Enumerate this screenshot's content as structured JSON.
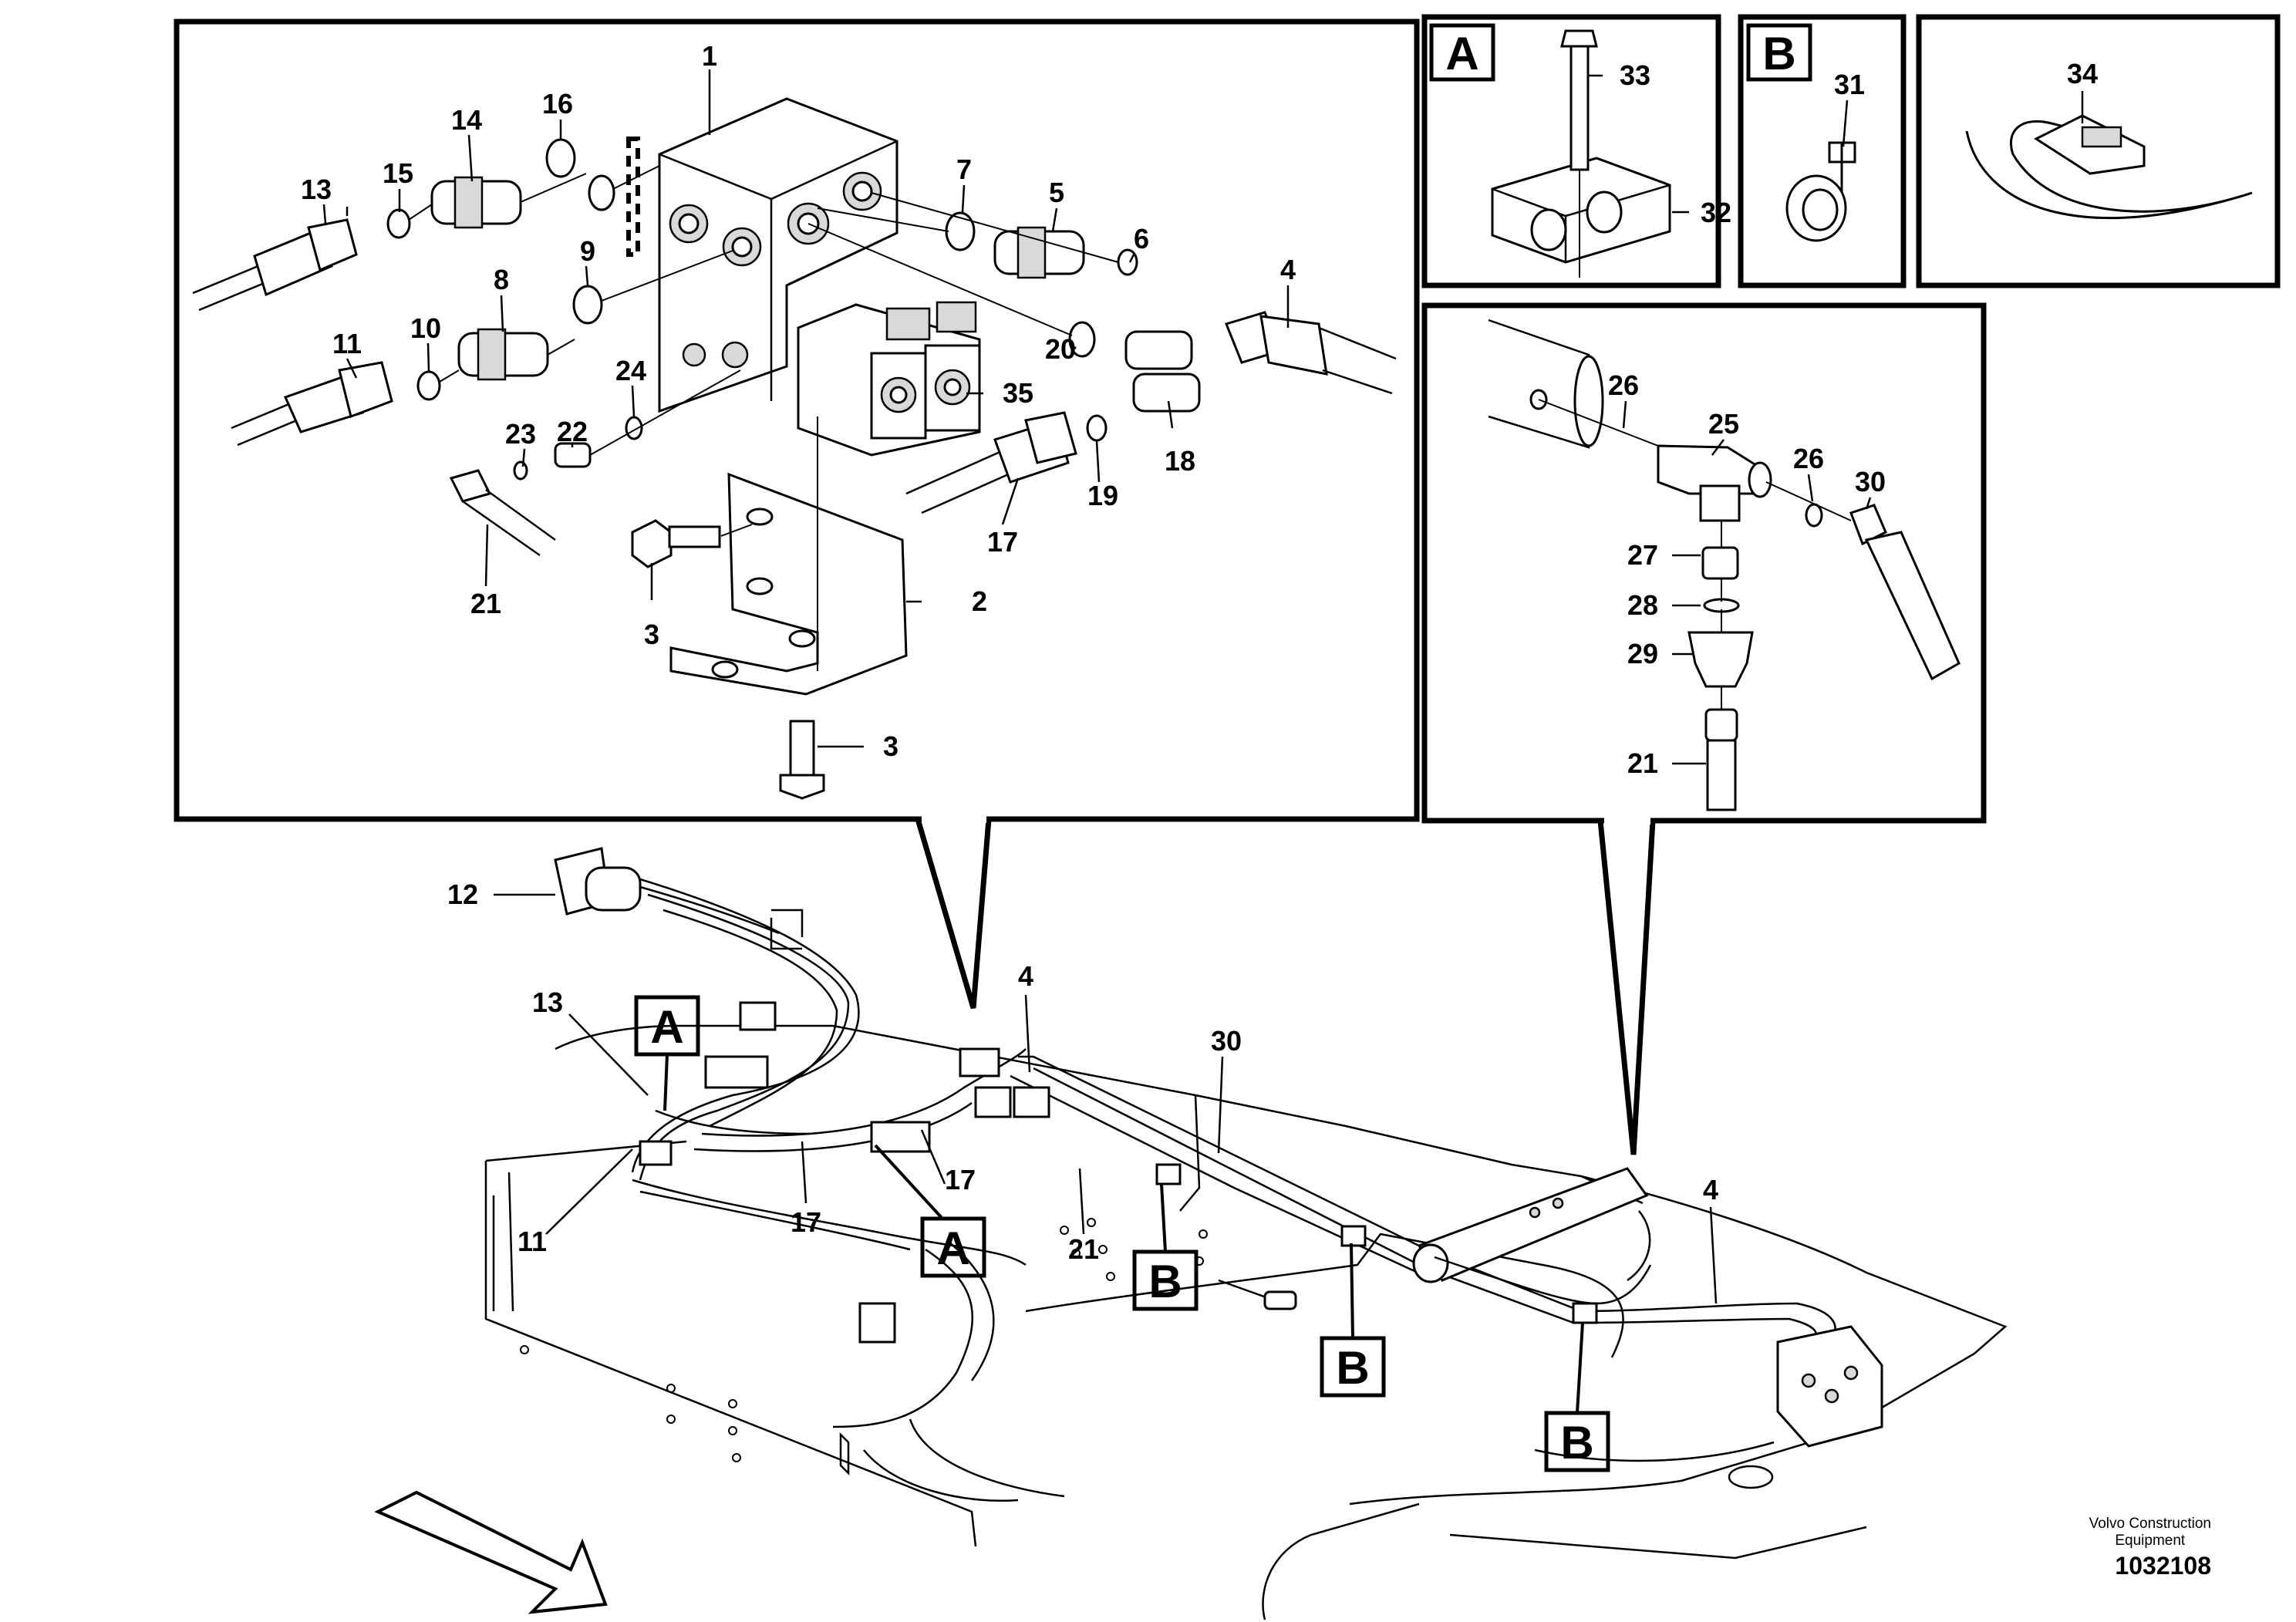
{
  "labels": {
    "l1": "1",
    "l2": "2",
    "l3": "3",
    "l4": "4",
    "l5": "5",
    "l6": "6",
    "l7": "7",
    "l8": "8",
    "l9": "9",
    "l10": "10",
    "l11": "11",
    "l12": "12",
    "l13": "13",
    "l14": "14",
    "l15": "15",
    "l16": "16",
    "l17": "17",
    "l18": "18",
    "l19": "19",
    "l20": "20",
    "l21": "21",
    "l22": "22",
    "l23": "23",
    "l24": "24",
    "l25": "25",
    "l26": "26",
    "l27": "27",
    "l28": "28",
    "l29": "29",
    "l30": "30",
    "l31": "31",
    "l32": "32",
    "l33": "33",
    "l34": "34",
    "l35": "35"
  },
  "refs": {
    "a": "A",
    "b": "B"
  },
  "credit": {
    "line1": "Volvo Construction",
    "line2": "Equipment"
  },
  "doc_number": "1032108"
}
